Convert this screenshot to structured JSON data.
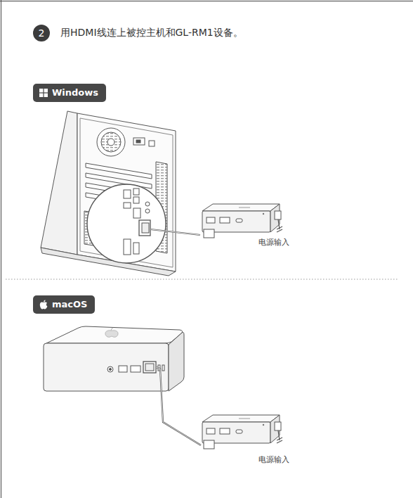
{
  "diagram": {
    "title": "用HDMI线连上被控主机和GL-RM1设备。",
    "nodes": [
      {
        "text": [
          "2"
        ]
      },
      {
        "text": [
          "Windows"
        ]
      },
      {
        "text": [
          "macOS"
        ]
      }
    ],
    "labels": [
      "电源输入",
      "电源输入"
    ]
  }
}
